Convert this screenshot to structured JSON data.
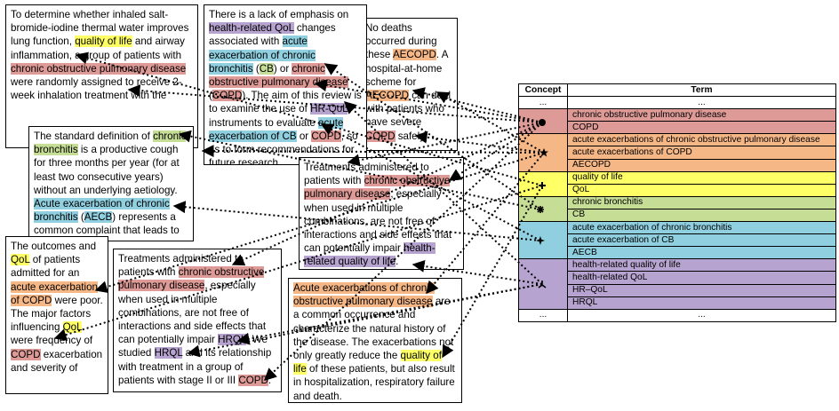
{
  "boxes": {
    "b1": [
      "To determine whether inhaled salt-bromide-iodine thermal water improves lung function, ",
      {
        "t": "quality of life",
        "c": "yellow"
      },
      " and airway inflammation, a group of patients with ",
      {
        "t": "chronic obstructive pulmonary disease",
        "c": "red"
      },
      " were randomly assigned to receive 2-week inhalation treatment with the"
    ],
    "b2": [
      "There is a lack of emphasis on ",
      {
        "t": "health-related QoL",
        "c": "purple"
      },
      " changes associated with ",
      {
        "t": "acute exacerbation of chronic bronchitis",
        "c": "blue"
      },
      " (",
      {
        "t": "CB",
        "c": "green"
      },
      ") or ",
      {
        "t": "chronic obstructive pulmonary disease",
        "c": "red"
      },
      " (",
      {
        "t": "COPD",
        "c": "red"
      },
      "). The aim of this review is to examine the use of ",
      {
        "t": "HR-QoL",
        "c": "purple"
      },
      " instruments to evaluate ",
      {
        "t": "acute exacerbation of CB",
        "c": "blue"
      },
      " or ",
      {
        "t": "COPD",
        "c": "red"
      },
      ", so as to form recommendations for future research."
    ],
    "b3": [
      "No deaths occurred during these ",
      {
        "t": "AECOPD",
        "c": "orange"
      },
      ". A hospital-at-home scheme for ",
      {
        "t": "AECOPD",
        "c": "orange"
      },
      " can deal with patients who have severe ",
      {
        "t": "COPD",
        "c": "red"
      },
      " safely."
    ],
    "b4": [
      "The standard definition of ",
      {
        "t": "chronic bronchitis",
        "c": "green"
      },
      " is a productive cough for three months per year (for at least two consecutive years) without an underlying aetiology. ",
      {
        "t": "Acute exacerbation of chronic bronchitis",
        "c": "blue"
      },
      " (",
      {
        "t": "AECB",
        "c": "blue"
      },
      ") represents a common complaint that leads to medical"
    ],
    "b5": [
      "Treatments administered to patients with ",
      {
        "t": "chronic obstructive pulmonary disease",
        "c": "red"
      },
      ", especially when used in multiple combinations, are not free of interactions and side effects that can potentially impair ",
      {
        "t": "health-related quality of life",
        "c": "purple"
      },
      "."
    ],
    "b6": [
      "The outcomes and ",
      {
        "t": "QoL",
        "c": "yellow"
      },
      " of patients admitted for an ",
      {
        "t": "acute exacerbation of COPD",
        "c": "orange"
      },
      " were poor. The major factors influencing ",
      {
        "t": "QoL",
        "c": "yellow"
      },
      " were frequency of ",
      {
        "t": "COPD",
        "c": "red"
      },
      " exacerbation and severity of"
    ],
    "b7": [
      "Treatments administered to patients with ",
      {
        "t": "chronic obstructive pulmonary disease",
        "c": "red"
      },
      ", especially when used in multiple combinations, are not free of interactions and side effects that can potentially impair ",
      {
        "t": "HRQL",
        "c": "purple"
      },
      ". We studied ",
      {
        "t": "HRQL",
        "c": "purple"
      },
      " and its relationship with treatment in a group of patients with stage II or III ",
      {
        "t": "COPD",
        "c": "red"
      },
      "."
    ],
    "b8": [
      {
        "t": "Acute exacerbations of chronic obstructive pulmonary disease",
        "c": "orange"
      },
      " are a common occurrence and characterize the natural history of the disease. The exacerbations not only greatly reduce the ",
      {
        "t": "quality of life",
        "c": "yellow"
      },
      " of these patients, but also result in hospitalization, respiratory failure and death."
    ]
  },
  "table": {
    "header": [
      "Concept",
      "Term"
    ],
    "ellipsis": "...",
    "groups": [
      {
        "color": "red",
        "marker": "circle",
        "terms": [
          "chronic obstructive pulmonary disease",
          "COPD"
        ]
      },
      {
        "color": "orange",
        "marker": "star",
        "terms": [
          "acute exacerbations of chronic obstructive pulmonary disease",
          "acute exacerbations of COPD",
          "AECOPD"
        ]
      },
      {
        "color": "yellow",
        "marker": "plus",
        "terms": [
          "quality of life",
          "QoL"
        ]
      },
      {
        "color": "green",
        "marker": "asterisk",
        "terms": [
          "chronic bronchitis",
          "CB"
        ]
      },
      {
        "color": "blue",
        "marker": "star4",
        "terms": [
          "acute exacerbation of chronic bronchitis",
          "acute exacerbation of CB",
          "AECB"
        ]
      },
      {
        "color": "purple",
        "marker": "tri",
        "terms": [
          "health-related quality of life",
          "health-related QoL",
          "HR–QoL",
          "HRQL"
        ]
      }
    ]
  },
  "colors": {
    "red": "#dd9a96",
    "orange": "#f6b787",
    "yellow": "#ffff66",
    "green": "#c6dd96",
    "blue": "#8fcfdf",
    "purple": "#b6a3cf"
  }
}
